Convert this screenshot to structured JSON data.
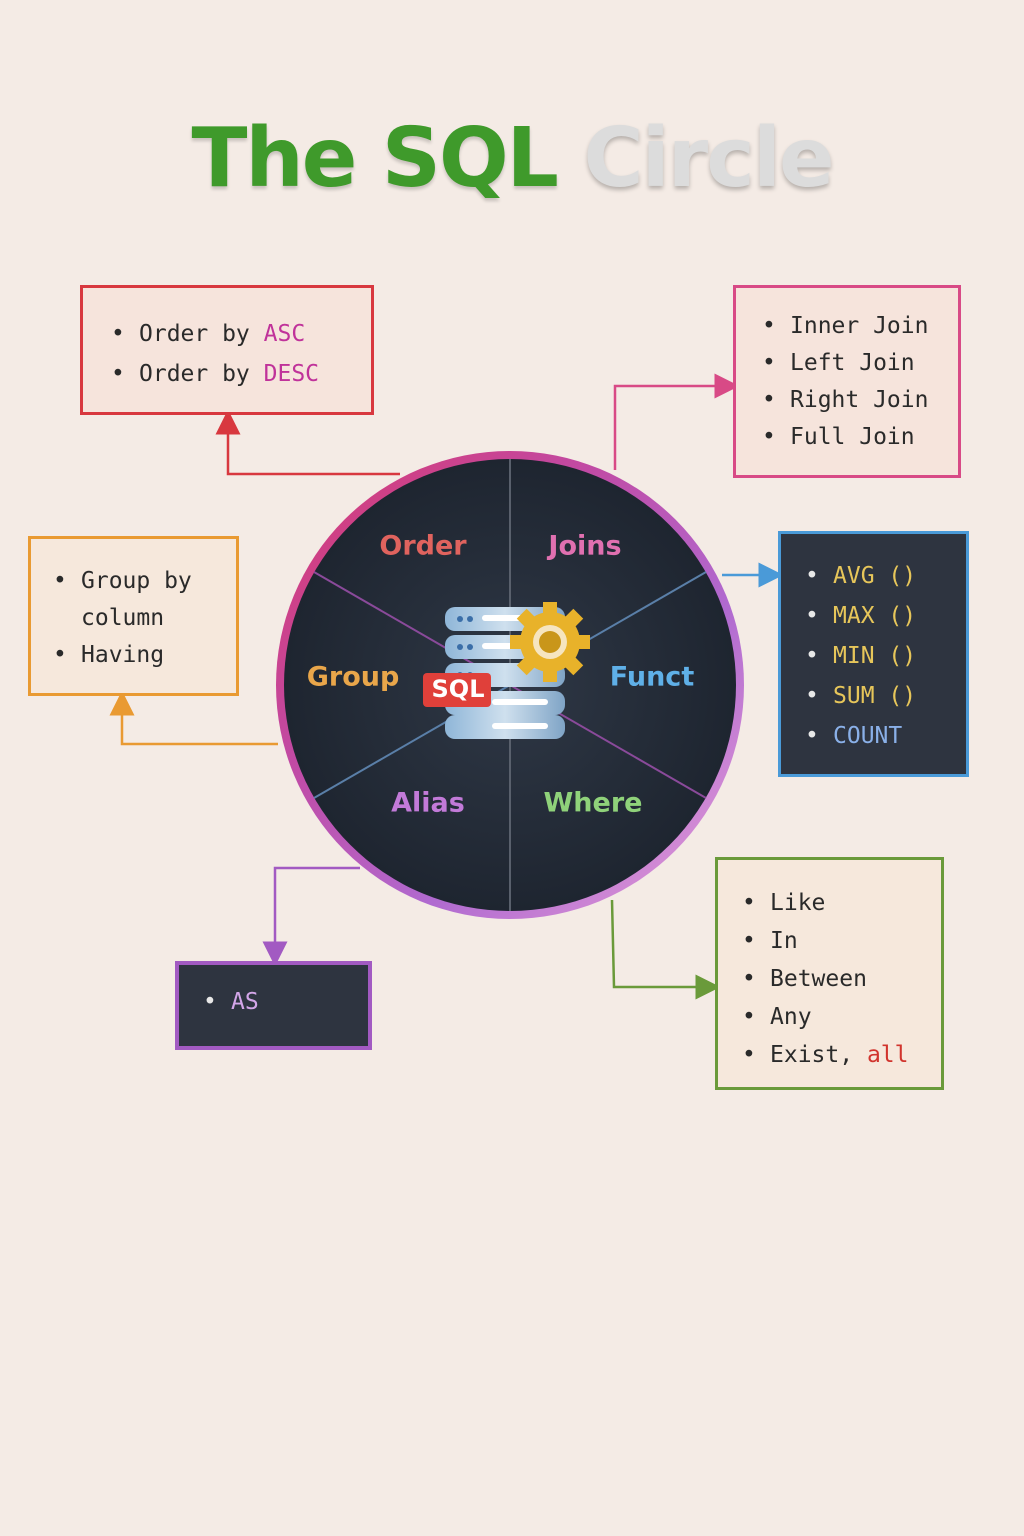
{
  "title": {
    "part1": "The SQL",
    "part2": "Circle"
  },
  "center": {
    "badge": "SQL",
    "icon": "database-gear-icon"
  },
  "segments": {
    "order": {
      "label": "Order",
      "color": "#e0635e"
    },
    "joins": {
      "label": "Joins",
      "color": "#e070b0"
    },
    "funct": {
      "label": "Funct",
      "color": "#5fb0e8"
    },
    "where": {
      "label": "Where",
      "color": "#8fd27a"
    },
    "alias": {
      "label": "Alias",
      "color": "#c27ad8"
    },
    "group": {
      "label": "Group",
      "color": "#e9a64a"
    }
  },
  "boxes": {
    "order": {
      "border_color": "#d8383f",
      "items": [
        {
          "text": "Order by ",
          "kw": "ASC"
        },
        {
          "text": "Order by ",
          "kw": "DESC"
        }
      ]
    },
    "joins": {
      "border_color": "#d84a86",
      "items": [
        "Inner Join",
        "Left Join",
        "Right Join",
        "Full Join"
      ]
    },
    "group": {
      "border_color": "#e99a32",
      "items": [
        "Group by",
        "column",
        "Having"
      ]
    },
    "funct": {
      "border_color": "#4a9ad8",
      "items": [
        "AVG ()",
        "MAX ()",
        "MIN ()",
        "SUM ()",
        "COUNT"
      ]
    },
    "alias": {
      "border_color": "#a25ac2",
      "items": [
        "AS"
      ]
    },
    "where": {
      "border_color": "#6a9a3a",
      "items": [
        "Like",
        "In",
        "Between",
        "Any",
        "Exist, "
      ],
      "last_kw": "all"
    }
  }
}
